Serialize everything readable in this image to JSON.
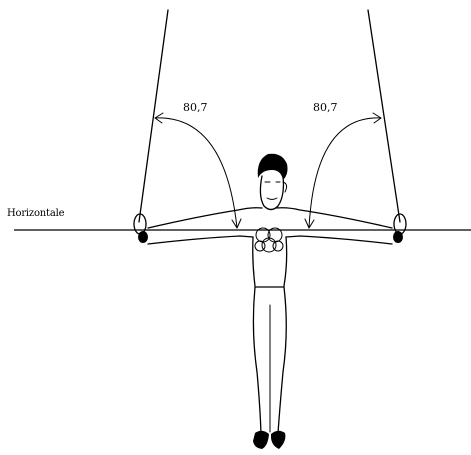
{
  "labels": {
    "horizontal": "Horizontale",
    "angle_left": "80,7",
    "angle_right": "80,7"
  },
  "colors": {
    "ink": "#000000",
    "background": "#ffffff"
  }
}
